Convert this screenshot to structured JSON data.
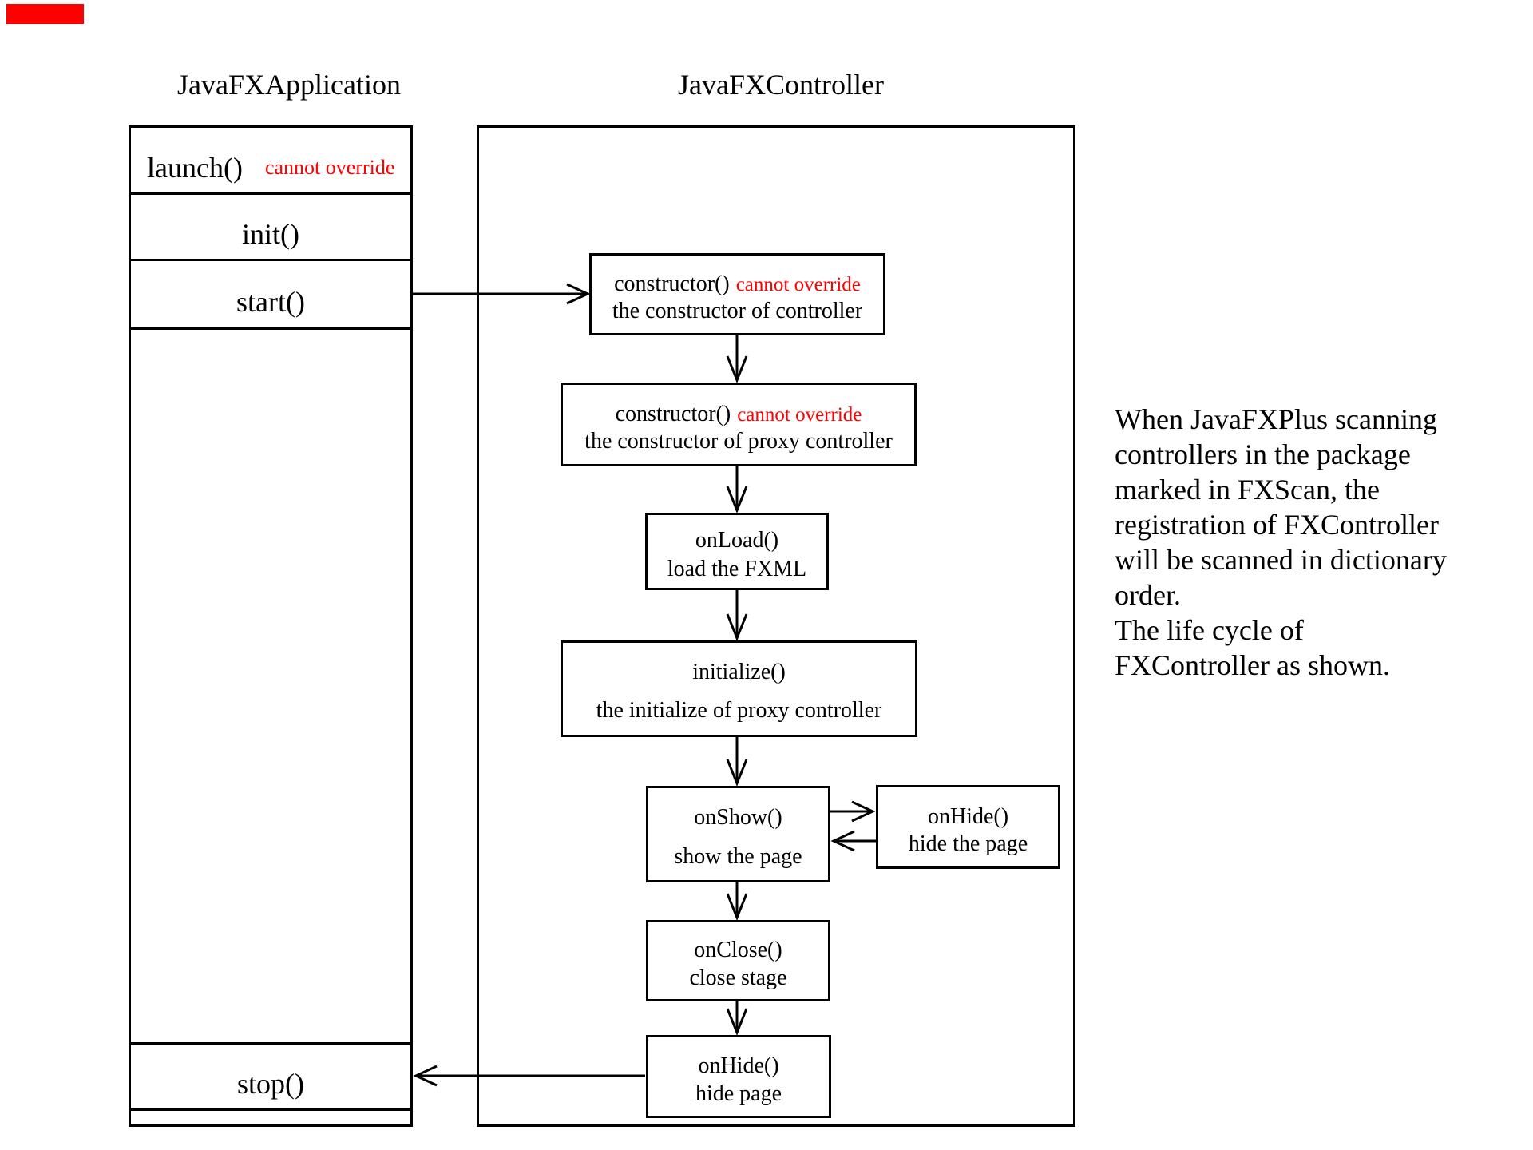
{
  "marker": {
    "color": "#ff0000"
  },
  "titles": {
    "app": "JavaFXApplication",
    "controller": "JavaFXController"
  },
  "app_box": {
    "launch_label": "launch()",
    "launch_note": "cannot override",
    "init_label": "init()",
    "start_label": "start()",
    "stop_label": "stop()"
  },
  "flow": {
    "ctor1": {
      "title": "constructor()",
      "note": "cannot override",
      "desc": "the constructor of controller"
    },
    "ctor2": {
      "title": "constructor()",
      "note": "cannot override",
      "desc": "the constructor of proxy controller"
    },
    "onload": {
      "title": "onLoad()",
      "desc": "load the FXML"
    },
    "initialize": {
      "title": "initialize()",
      "desc": "the initialize of proxy controller"
    },
    "onshow": {
      "title": "onShow()",
      "desc": "show the page"
    },
    "onhide_side": {
      "title": "onHide()",
      "desc": "hide the page"
    },
    "onclose": {
      "title": "onClose()",
      "desc": "close stage"
    },
    "onhide_bottom": {
      "title": "onHide()",
      "desc": "hide page"
    }
  },
  "note": {
    "lines": [
      "When JavaFXPlus scanning",
      "controllers in the package",
      "marked in FXScan, the",
      "registration of FXController",
      "will be scanned in dictionary",
      "order.",
      "The life cycle of",
      "FXController as shown."
    ]
  },
  "colors": {
    "red": "#ff0000",
    "ink": "#000000"
  }
}
